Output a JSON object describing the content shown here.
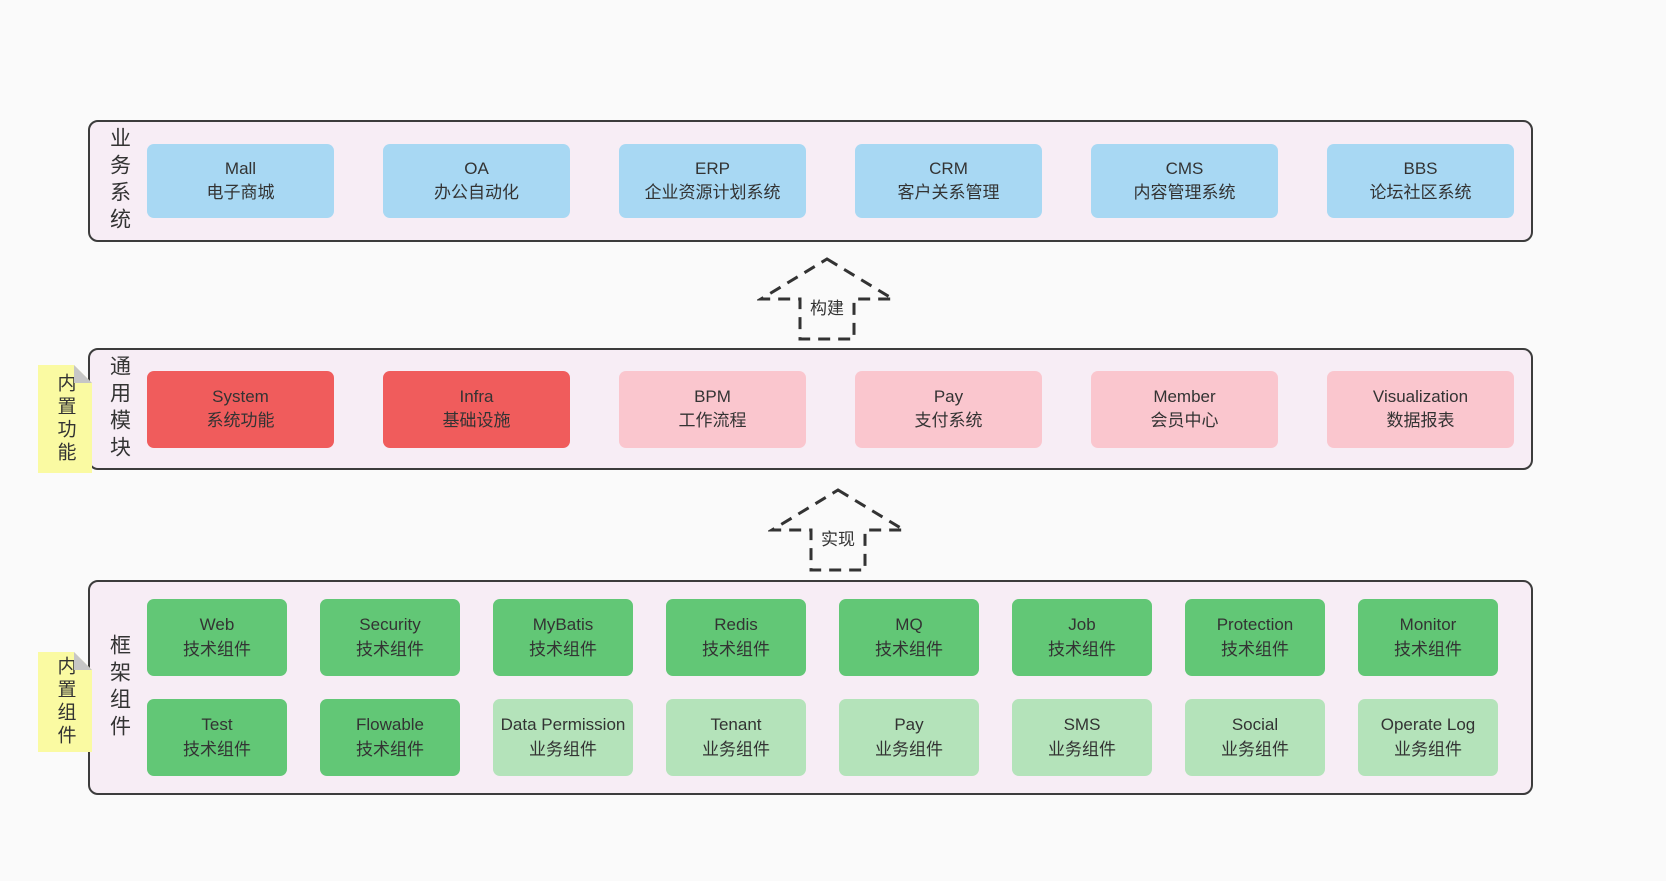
{
  "colors": {
    "page_bg": "#fafafa",
    "panel_bg": "#f7edf5",
    "panel_border": "#3c3c3c",
    "box_blue": "#a8d8f3",
    "box_red": "#f05c5c",
    "box_pink": "#fac6ce",
    "box_green": "#62c776",
    "box_green_light": "#b4e3ba",
    "note_yellow": "#fafaa2",
    "note_fold_gray": "#c6c6c6",
    "text": "#333333"
  },
  "arrows": [
    {
      "label": "构建"
    },
    {
      "label": "实现"
    }
  ],
  "sections": {
    "business": {
      "label": "业务系统",
      "boxes": [
        {
          "name": "Mall",
          "desc": "电子商城"
        },
        {
          "name": "OA",
          "desc": "办公自动化"
        },
        {
          "name": "ERP",
          "desc": "企业资源计划系统"
        },
        {
          "name": "CRM",
          "desc": "客户关系管理"
        },
        {
          "name": "CMS",
          "desc": "内容管理系统"
        },
        {
          "name": "BBS",
          "desc": "论坛社区系统"
        }
      ]
    },
    "modules": {
      "label": "通用模块",
      "note": "内置功能",
      "boxes": [
        {
          "name": "System",
          "desc": "系统功能"
        },
        {
          "name": "Infra",
          "desc": "基础设施"
        },
        {
          "name": "BPM",
          "desc": "工作流程"
        },
        {
          "name": "Pay",
          "desc": "支付系统"
        },
        {
          "name": "Member",
          "desc": "会员中心"
        },
        {
          "name": "Visualization",
          "desc": "数据报表"
        }
      ]
    },
    "components": {
      "label": "框架组件",
      "note": "内置组件",
      "row1": [
        {
          "name": "Web",
          "desc": "技术组件"
        },
        {
          "name": "Security",
          "desc": "技术组件"
        },
        {
          "name": "MyBatis",
          "desc": "技术组件"
        },
        {
          "name": "Redis",
          "desc": "技术组件"
        },
        {
          "name": "MQ",
          "desc": "技术组件"
        },
        {
          "name": "Job",
          "desc": "技术组件"
        },
        {
          "name": "Protection",
          "desc": "技术组件"
        },
        {
          "name": "Monitor",
          "desc": "技术组件"
        }
      ],
      "row2": [
        {
          "name": "Test",
          "desc": "技术组件"
        },
        {
          "name": "Flowable",
          "desc": "技术组件"
        },
        {
          "name": "Data Permission",
          "desc": "业务组件"
        },
        {
          "name": "Tenant",
          "desc": "业务组件"
        },
        {
          "name": "Pay",
          "desc": "业务组件"
        },
        {
          "name": "SMS",
          "desc": "业务组件"
        },
        {
          "name": "Social",
          "desc": "业务组件"
        },
        {
          "name": "Operate Log",
          "desc": "业务组件"
        }
      ]
    }
  }
}
